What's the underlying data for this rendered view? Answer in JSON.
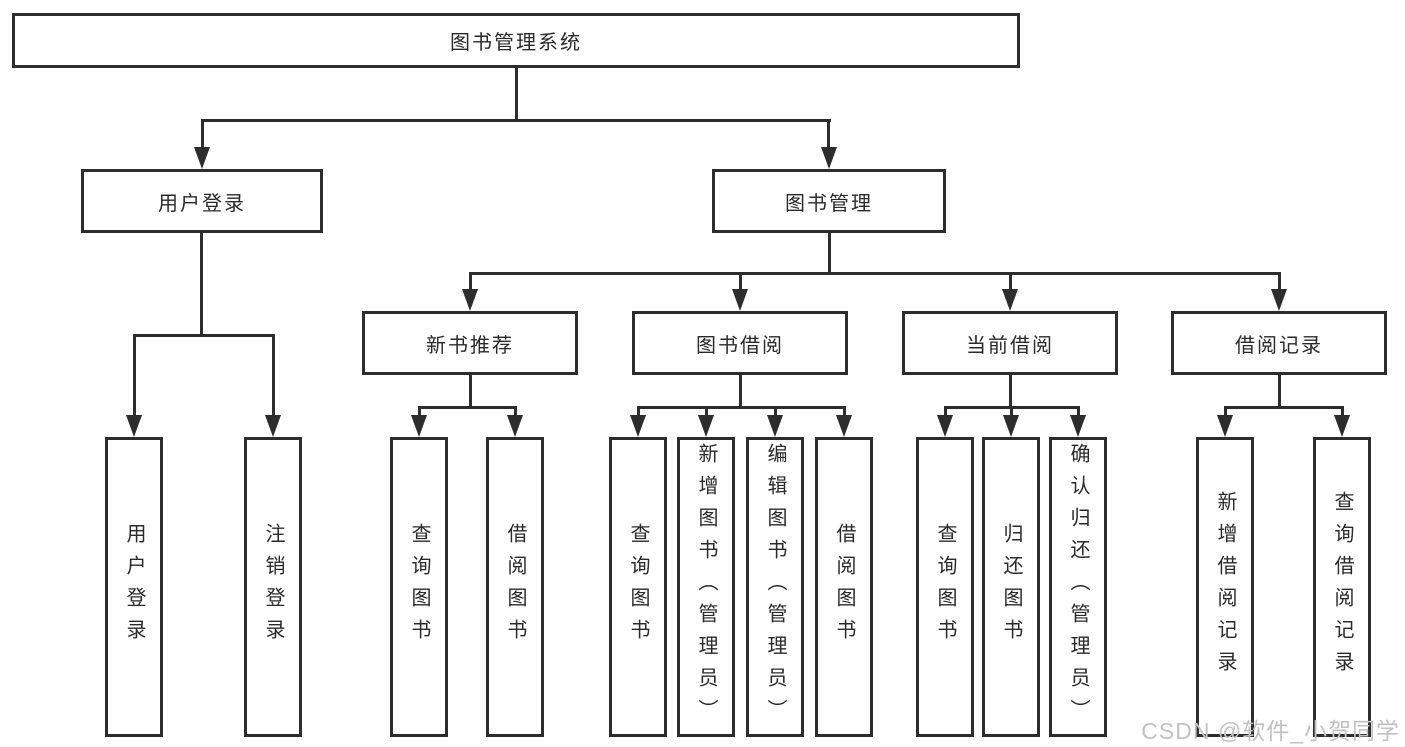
{
  "nodes": {
    "root": "图书管理系统",
    "user_login": "用户登录",
    "book_mgmt": "图书管理",
    "level2": [
      "新书推荐",
      "图书借阅",
      "当前借阅",
      "借阅记录"
    ],
    "user_login_children": [
      "用户登录",
      "注销登录"
    ],
    "new_book_children": [
      "查询图书",
      "借阅图书"
    ],
    "borrow_children": [
      "查询图书",
      "新增图书（管理员）",
      "编辑图书（管理员）",
      "借阅图书"
    ],
    "current_children": [
      "查询图书",
      "归还图书",
      "确认归还（管理员）"
    ],
    "records_children": [
      "新增借阅记录",
      "查询借阅记录"
    ]
  },
  "watermark": "CSDN @软件_小贺同学",
  "colors": {
    "line": "#2d2d2d",
    "box_border": "#2d2d2d",
    "text": "#2a2a2a",
    "watermark": "#c2c2c2",
    "background": "#ffffff"
  }
}
